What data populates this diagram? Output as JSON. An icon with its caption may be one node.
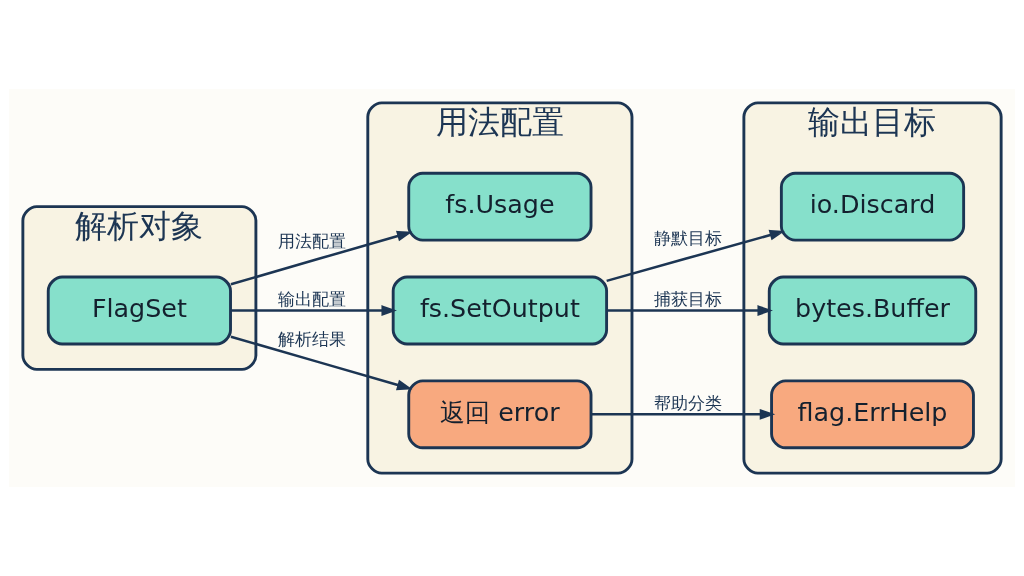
{
  "diagram": {
    "nodes": [
      {
        "text": [
          "解析对象"
        ]
      },
      {
        "text": [
          "FlagSet"
        ],
        "in": 0
      },
      {
        "text": [
          "用法配置"
        ]
      },
      {
        "text": [
          "fs.Usage"
        ],
        "in": 2
      },
      {
        "text": [
          "fs.SetOutput"
        ],
        "in": 2
      },
      {
        "text": [
          "返回 error"
        ],
        "in": 2
      },
      {
        "text": [
          "输出目标"
        ]
      },
      {
        "text": [
          "io.Discard"
        ],
        "in": 6
      },
      {
        "text": [
          "bytes.Buffer"
        ],
        "in": 6
      },
      {
        "text": [
          "flag.ErrHelp"
        ],
        "in": 6
      }
    ],
    "edges": [
      {
        "from": 1,
        "to": 3,
        "arrow": "to",
        "label": "用法配置"
      },
      {
        "from": 1,
        "to": 4,
        "arrow": "to",
        "label": "输出配置"
      },
      {
        "from": 1,
        "to": 5,
        "arrow": "to",
        "label": "解析结果"
      },
      {
        "from": 4,
        "to": 7,
        "arrow": "to",
        "label": "静默目标"
      },
      {
        "from": 4,
        "to": 8,
        "arrow": "to",
        "label": "捕获目标"
      },
      {
        "from": 5,
        "to": 9,
        "arrow": "to",
        "label": "帮助分类"
      }
    ]
  }
}
